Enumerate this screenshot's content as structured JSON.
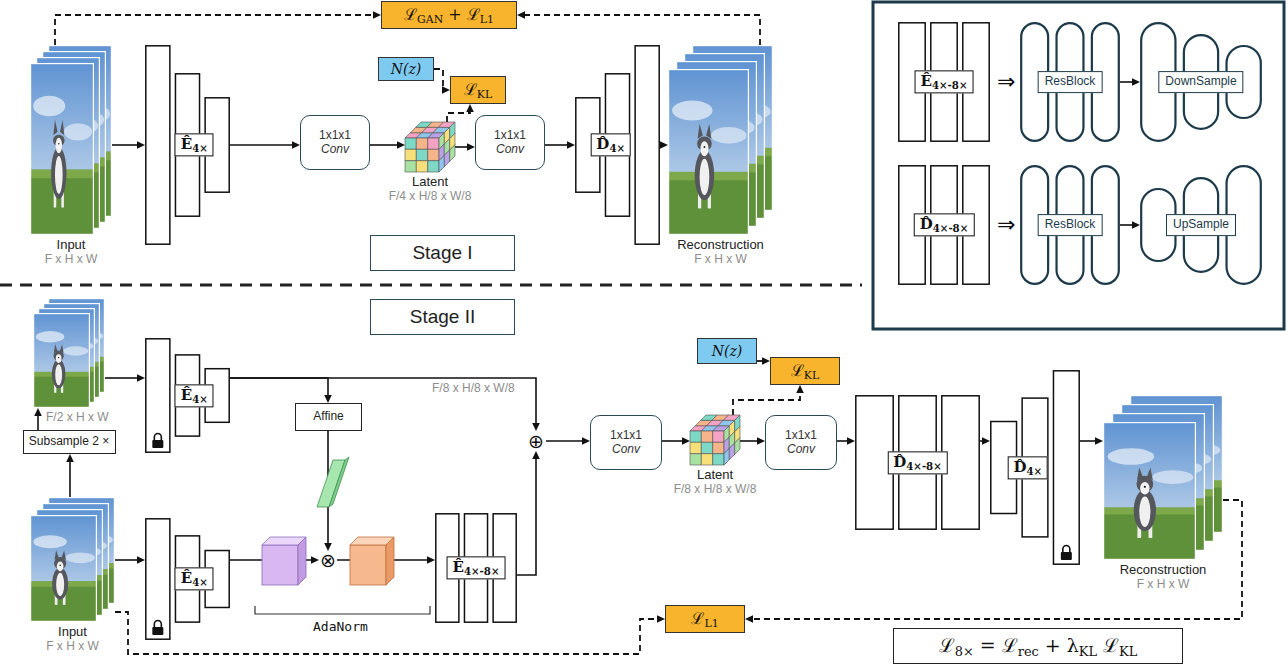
{
  "diagram": {
    "nodes": [
      {
        "text": [
          "ℒGAN + ℒL1"
        ]
      },
      {
        "text": [
          "Input",
          "F x H x W"
        ]
      },
      {
        "text": [
          "Ê4×"
        ]
      },
      {
        "text": [
          "1x1x1",
          "Conv"
        ]
      },
      {
        "text": [
          "N(z)"
        ]
      },
      {
        "text": [
          "ℒKL"
        ]
      },
      {
        "text": [
          "Latent",
          "F/4 x H/8 x W/8"
        ]
      },
      {
        "text": [
          "1x1x1",
          "Conv"
        ]
      },
      {
        "text": [
          "D̂4×"
        ]
      },
      {
        "text": [
          "Reconstruction",
          "F x H x W"
        ]
      },
      {
        "text": [
          "Stage I"
        ]
      },
      {
        "text": [
          "Stage II"
        ]
      },
      {
        "text": [
          "Ê4×-8×"
        ]
      },
      {
        "text": [
          "ResBlock"
        ]
      },
      {
        "text": [
          "DownSample"
        ]
      },
      {
        "text": [
          "D̂4×-8×"
        ]
      },
      {
        "text": [
          "ResBlock"
        ]
      },
      {
        "text": [
          "UpSample"
        ]
      },
      {
        "text": [
          "F/2 x H x W"
        ]
      },
      {
        "text": [
          "Subsample 2 ×"
        ]
      },
      {
        "text": [
          "Input",
          "F x H x W"
        ]
      },
      {
        "text": [
          "Ê4×"
        ]
      },
      {
        "text": [
          "Affine"
        ]
      },
      {
        "text": [
          "Ê4×"
        ]
      },
      {
        "text": [
          "⊗"
        ]
      },
      {
        "text": [
          "Ê4×-8×"
        ]
      },
      {
        "text": [
          "⊕"
        ]
      },
      {
        "text": [
          "1x1x1",
          "Conv"
        ]
      },
      {
        "text": [
          "Latent",
          "F/8 x H/8 x W/8"
        ]
      },
      {
        "text": [
          "N(z)"
        ]
      },
      {
        "text": [
          "ℒKL"
        ]
      },
      {
        "text": [
          "1x1x1",
          "Conv"
        ]
      },
      {
        "text": [
          "D̂4×-8×"
        ]
      },
      {
        "text": [
          "D̂4×"
        ]
      },
      {
        "text": [
          "Reconstruction",
          "F x H x W"
        ]
      },
      {
        "text": [
          "ℒL1"
        ]
      },
      {
        "text": [
          "ℒ8× = ℒrec + λKL ℒKL"
        ]
      }
    ],
    "edges": [
      {
        "from": 1,
        "to": 0,
        "arrow": "to"
      },
      {
        "from": 9,
        "to": 0,
        "arrow": "to"
      },
      {
        "from": 1,
        "to": 2,
        "arrow": "to"
      },
      {
        "from": 2,
        "to": 3,
        "arrow": "to"
      },
      {
        "from": 3,
        "to": 6,
        "arrow": "to"
      },
      {
        "from": 4,
        "to": 5,
        "arrow": "to"
      },
      {
        "from": 6,
        "to": 5,
        "arrow": "to"
      },
      {
        "from": 6,
        "to": 7,
        "arrow": "to"
      },
      {
        "from": 7,
        "to": 8,
        "arrow": "to"
      },
      {
        "from": 8,
        "to": 9,
        "arrow": "to"
      },
      {
        "from": 13,
        "to": 14,
        "arrow": "to"
      },
      {
        "from": 16,
        "to": 17,
        "arrow": "to"
      },
      {
        "from": 20,
        "to": 19,
        "arrow": "to"
      },
      {
        "from": 19,
        "to": 18,
        "arrow": "to"
      },
      {
        "from": 18,
        "to": 21,
        "arrow": "to"
      },
      {
        "from": 20,
        "to": 23,
        "arrow": "to"
      },
      {
        "from": 21,
        "to": 26,
        "arrow": "to",
        "label": "F/8 x H/8 x W/8"
      },
      {
        "from": 21,
        "to": 22,
        "arrow": "to"
      },
      {
        "from": 22,
        "to": 24,
        "arrow": "to"
      },
      {
        "from": 23,
        "to": 24,
        "arrow": "to"
      },
      {
        "from": 24,
        "to": 25,
        "arrow": "to"
      },
      {
        "from": 25,
        "to": 26,
        "arrow": "to"
      },
      {
        "from": 26,
        "to": 27,
        "arrow": "to"
      },
      {
        "from": 27,
        "to": 28,
        "arrow": "to"
      },
      {
        "from": 29,
        "to": 30,
        "arrow": "to"
      },
      {
        "from": 28,
        "to": 30,
        "arrow": "to"
      },
      {
        "from": 28,
        "to": 31,
        "arrow": "to"
      },
      {
        "from": 31,
        "to": 32,
        "arrow": "to"
      },
      {
        "from": 32,
        "to": 33,
        "arrow": "to"
      },
      {
        "from": 33,
        "to": 34,
        "arrow": "to"
      },
      {
        "from": 34,
        "to": 35,
        "arrow": "to"
      },
      {
        "from": 20,
        "to": 35,
        "arrow": "to"
      }
    ],
    "labels": [
      "⇒",
      "⇒",
      "AdaNorm"
    ]
  }
}
